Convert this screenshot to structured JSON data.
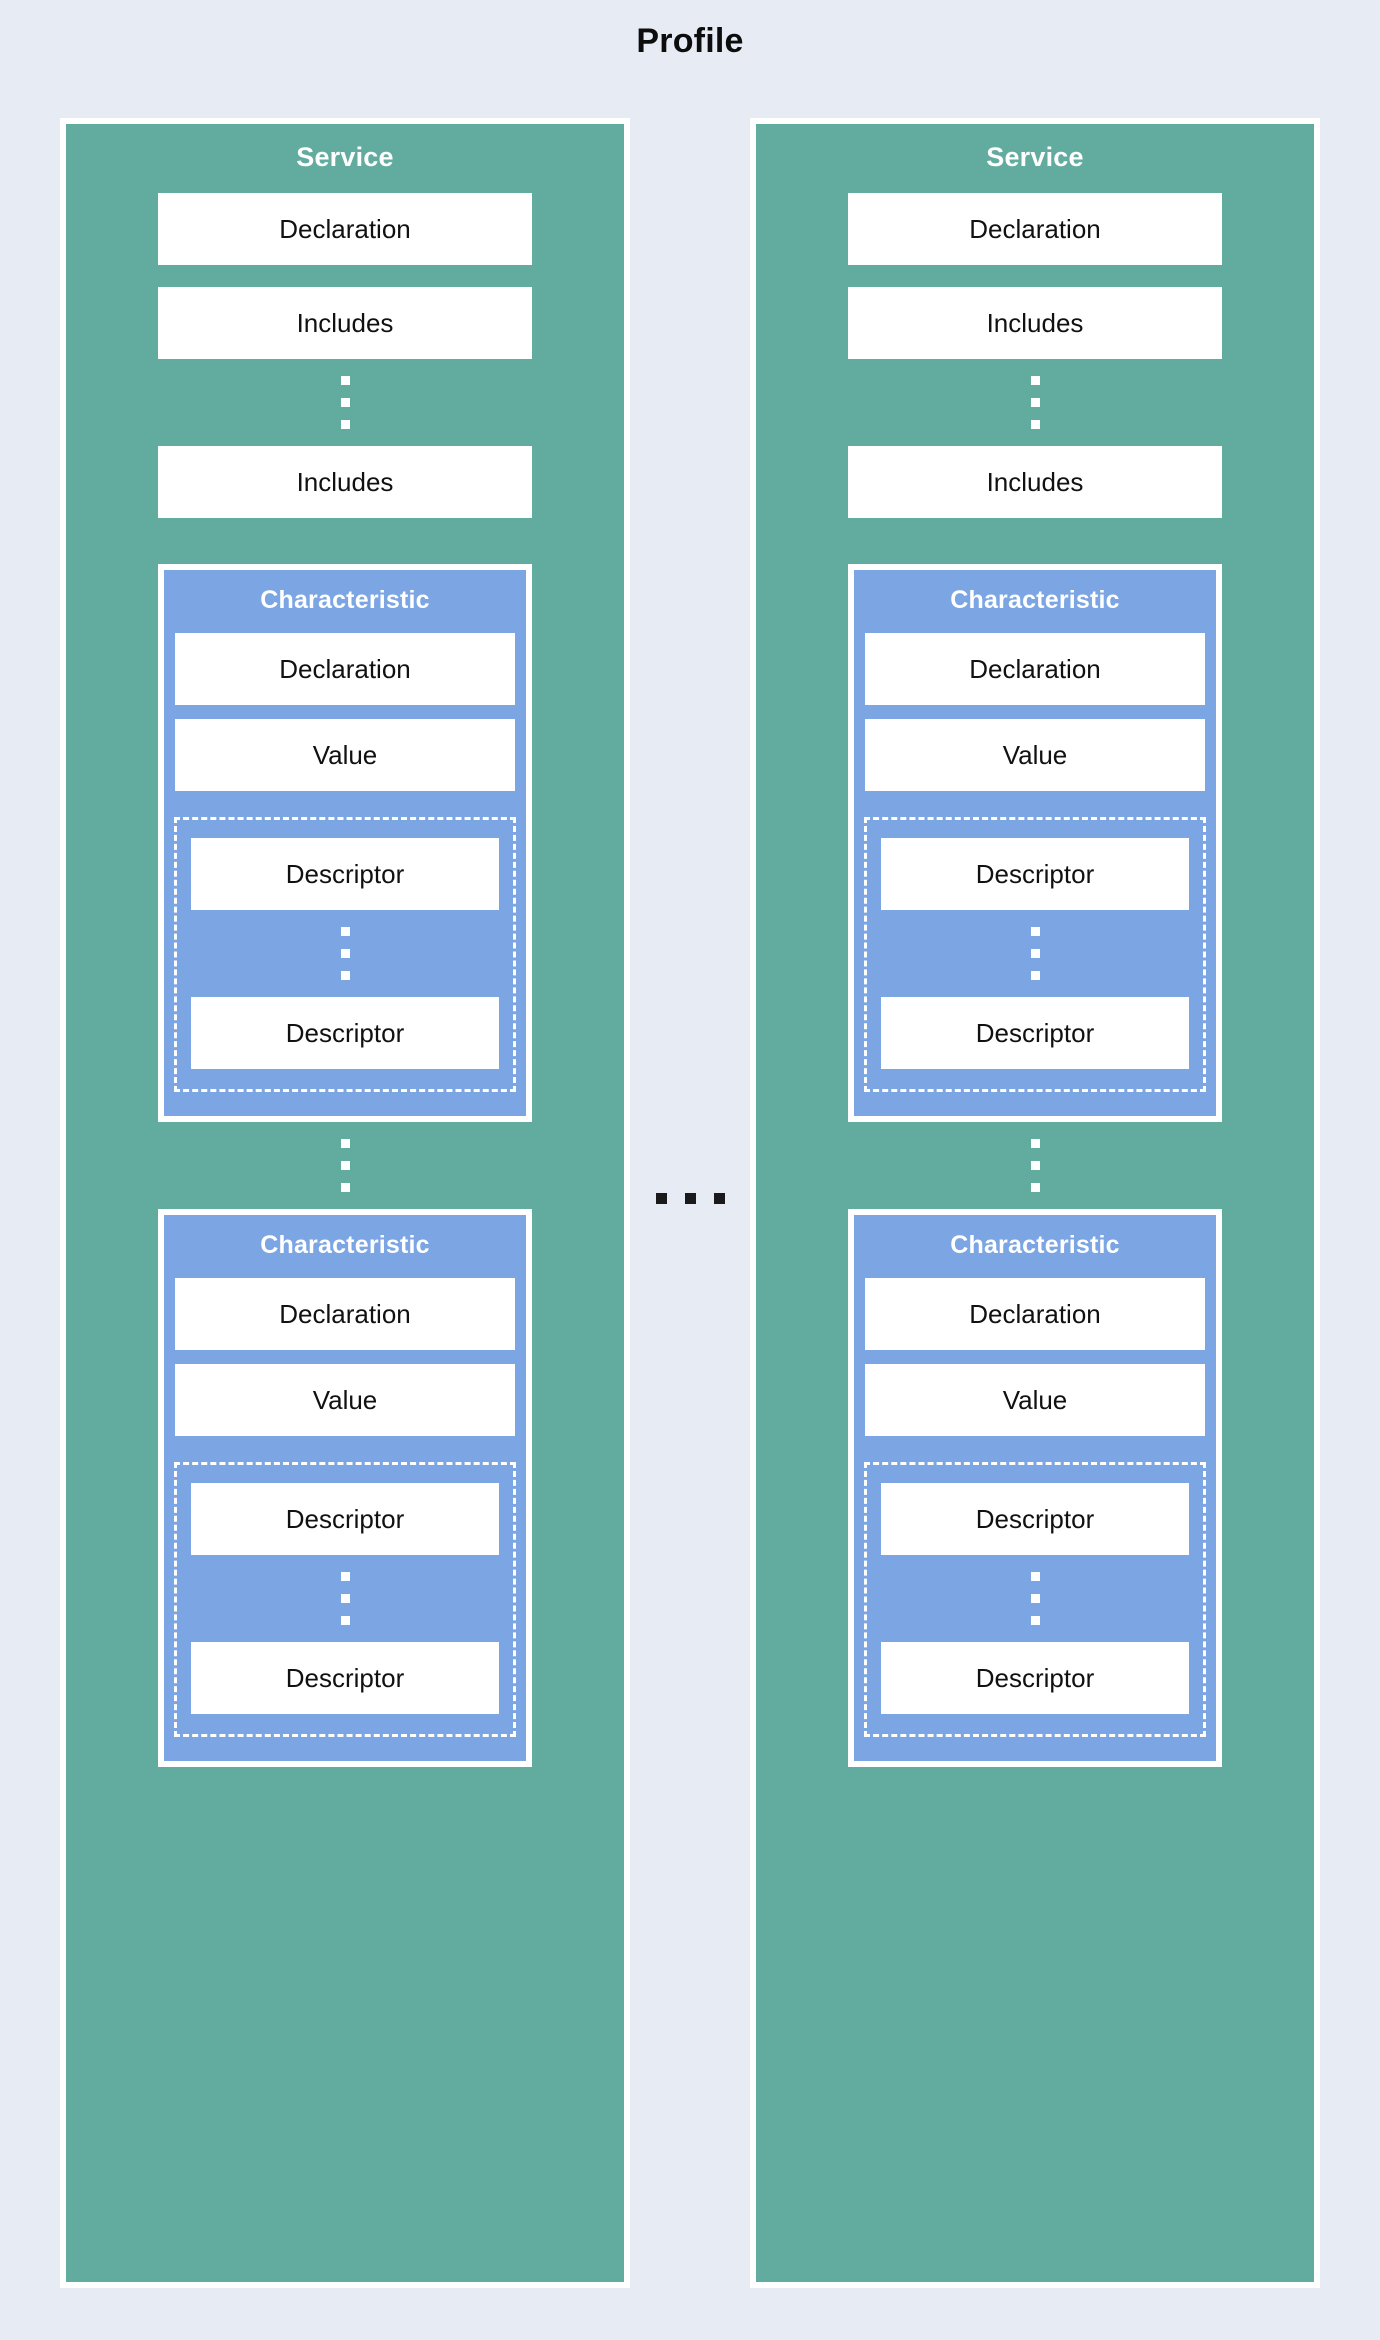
{
  "title": "Profile",
  "colors": {
    "background": "#e6ebf4",
    "service_fill": "#62ab9f",
    "characteristic_fill": "#7ba5e3",
    "box_fill": "#ffffff",
    "border": "#ffffff",
    "title_text": "#0d0d0d",
    "box_text": "#111111",
    "header_text": "#ffffff",
    "ellipsis": "#1a1a1a"
  },
  "ellipsis_between_services": "...",
  "services": [
    {
      "title": "Service",
      "declaration_label": "Declaration",
      "includes_first_label": "Includes",
      "includes_last_label": "Includes",
      "characteristics": [
        {
          "title": "Characteristic",
          "declaration_label": "Declaration",
          "value_label": "Value",
          "descriptor_first_label": "Descriptor",
          "descriptor_last_label": "Descriptor"
        },
        {
          "title": "Characteristic",
          "declaration_label": "Declaration",
          "value_label": "Value",
          "descriptor_first_label": "Descriptor",
          "descriptor_last_label": "Descriptor"
        }
      ]
    },
    {
      "title": "Service",
      "declaration_label": "Declaration",
      "includes_first_label": "Includes",
      "includes_last_label": "Includes",
      "characteristics": [
        {
          "title": "Characteristic",
          "declaration_label": "Declaration",
          "value_label": "Value",
          "descriptor_first_label": "Descriptor",
          "descriptor_last_label": "Descriptor"
        },
        {
          "title": "Characteristic",
          "declaration_label": "Declaration",
          "value_label": "Value",
          "descriptor_first_label": "Descriptor",
          "descriptor_last_label": "Descriptor"
        }
      ]
    }
  ]
}
